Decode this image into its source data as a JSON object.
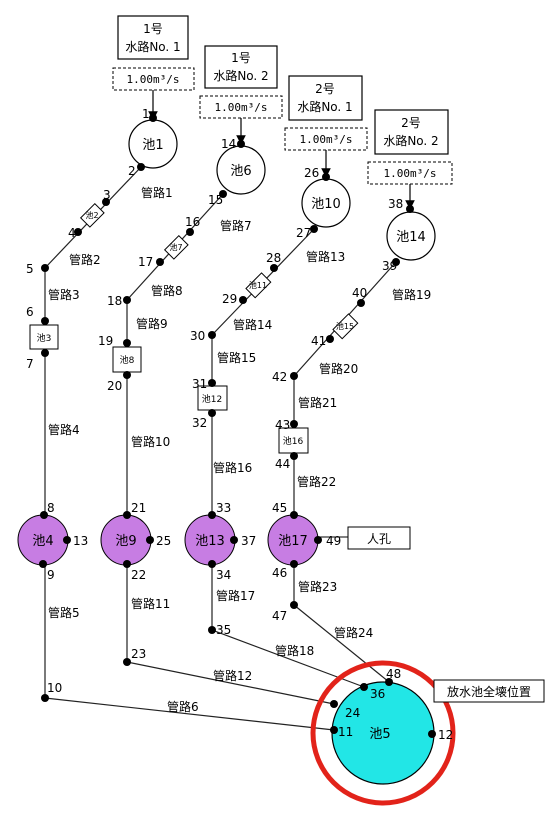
{
  "colors": {
    "pipe": "#222222",
    "node": "#000000",
    "manhole": "#c77de3",
    "reservoir": "#22e6e6",
    "highlight": "#e2231a"
  },
  "channels": [
    {
      "line1": "1号",
      "line2": "水路No. 1",
      "flow": "1.00m³/s"
    },
    {
      "line1": "1号",
      "line2": "水路No. 2",
      "flow": "1.00m³/s"
    },
    {
      "line1": "2号",
      "line2": "水路No. 1",
      "flow": "1.00m³/s"
    },
    {
      "line1": "2号",
      "line2": "水路No. 2",
      "flow": "1.00m³/s"
    }
  ],
  "ponds": {
    "p1": "池1",
    "p6": "池6",
    "p10": "池10",
    "p14": "池14",
    "p2": "池2",
    "p7": "池7",
    "p11": "池11",
    "p15": "池15",
    "p3": "池3",
    "p8": "池8",
    "p12": "池12",
    "p16": "池16",
    "p4": "池4",
    "p9": "池9",
    "p13": "池13",
    "p17": "池17",
    "p5": "池5"
  },
  "pipes": {
    "k1": "管路1",
    "k2": "管路2",
    "k3": "管路3",
    "k4": "管路4",
    "k5": "管路5",
    "k6": "管路6",
    "k7": "管路7",
    "k8": "管路8",
    "k9": "管路9",
    "k10": "管路10",
    "k11": "管路11",
    "k12": "管路12",
    "k13": "管路13",
    "k14": "管路14",
    "k15": "管路15",
    "k16": "管路16",
    "k17": "管路17",
    "k18": "管路18",
    "k19": "管路19",
    "k20": "管路20",
    "k21": "管路21",
    "k22": "管路22",
    "k23": "管路23",
    "k24": "管路24"
  },
  "nodes": {
    "n1": "1",
    "n2": "2",
    "n3": "3",
    "n4": "4",
    "n5": "5",
    "n6": "6",
    "n7": "7",
    "n8": "8",
    "n9": "9",
    "n10": "10",
    "n11": "11",
    "n12": "12",
    "n13": "13",
    "n14": "14",
    "n15": "15",
    "n16": "16",
    "n17": "17",
    "n18": "18",
    "n19": "19",
    "n20": "20",
    "n21": "21",
    "n22": "22",
    "n23": "23",
    "n24": "24",
    "n25": "25",
    "n26": "26",
    "n27": "27",
    "n28": "28",
    "n29": "29",
    "n30": "30",
    "n31": "31",
    "n32": "32",
    "n33": "33",
    "n34": "34",
    "n35": "35",
    "n36": "36",
    "n37": "37",
    "n38": "38",
    "n39": "39",
    "n40": "40",
    "n41": "41",
    "n42": "42",
    "n43": "43",
    "n44": "44",
    "n45": "45",
    "n46": "46",
    "n47": "47",
    "n48": "48",
    "n49": "49"
  },
  "labels": {
    "manhole": "人孔",
    "collapse": "放水池全壊位置"
  }
}
